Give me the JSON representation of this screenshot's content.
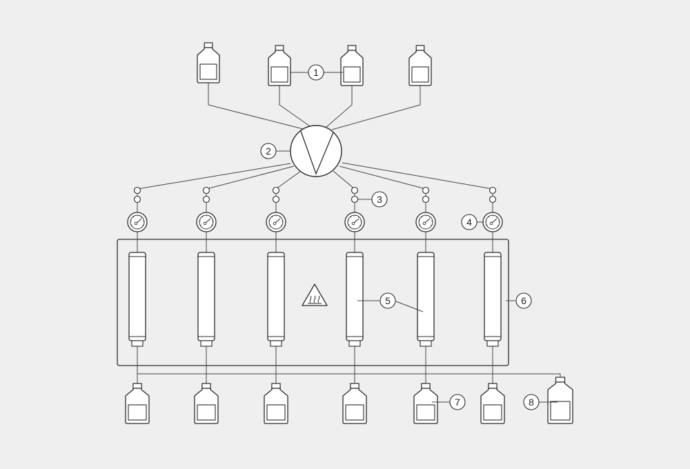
{
  "diagram": {
    "colors": {
      "background": "#efefef",
      "stroke": "#2b2b2b",
      "thin_stroke": "#444444",
      "fill": "#ffffff"
    },
    "callouts": {
      "feed_bottles": "1",
      "distribution_valve": "2",
      "flow_restrictor": "3",
      "pressure_gauge": "4",
      "reactor_column": "5",
      "heating_enclosure": "6",
      "collection_bottle": "7",
      "waste_bottle": "8"
    },
    "icons": {
      "hot_surface": "hot-surface-warning-icon",
      "valve": "distribution-valve-icon",
      "gauge": "pressure-gauge-icon",
      "bottle": "bottle-icon",
      "column": "reactor-column-icon"
    },
    "counts": {
      "feed_bottles": 4,
      "reactor_lines": 6,
      "collection_bottles": 6
    }
  }
}
